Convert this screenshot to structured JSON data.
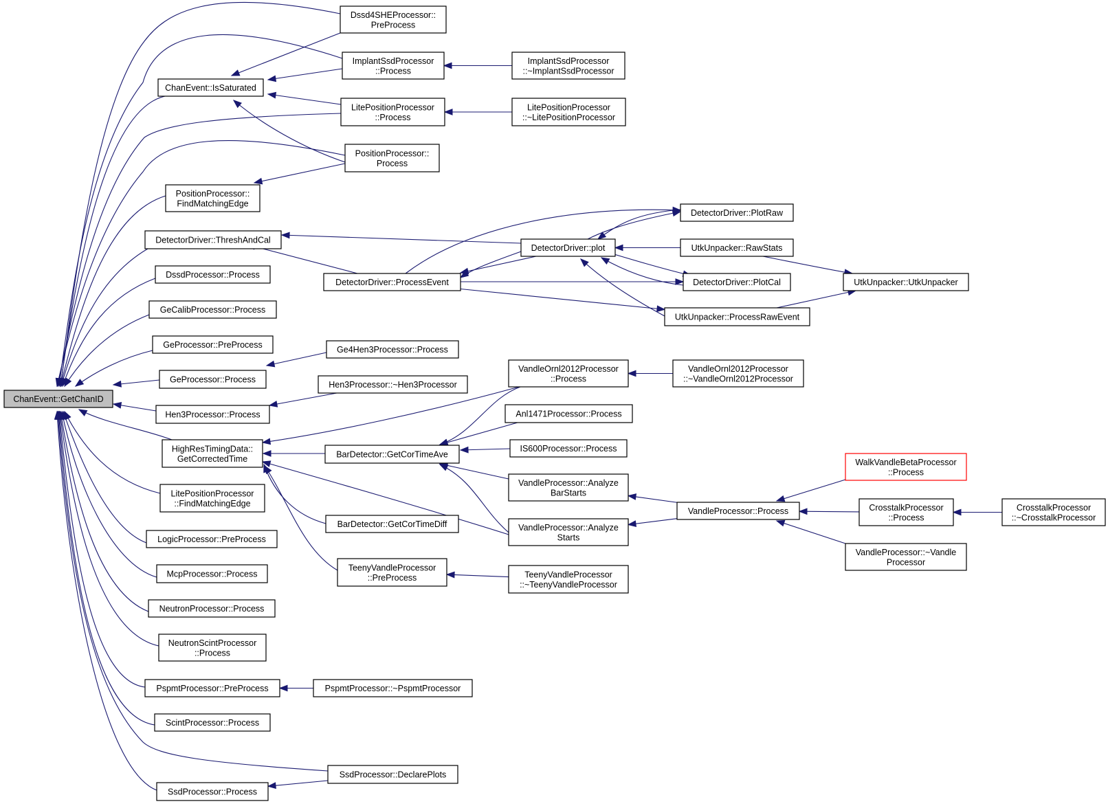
{
  "graph": {
    "colors": {
      "edge": "#191970",
      "root_fill": "#bfbfbf",
      "node_border": "#000000",
      "highlight_border": "#ff0000",
      "background": "#ffffff"
    },
    "nodes": [
      {
        "id": "root",
        "lines": [
          "ChanEvent::GetChanID"
        ],
        "style": "root"
      },
      {
        "id": "issat",
        "lines": [
          "ChanEvent::IsSaturated"
        ]
      },
      {
        "id": "dssd4pre",
        "lines": [
          "Dssd4SHEProcessor::",
          "PreProcess"
        ]
      },
      {
        "id": "implantproc",
        "lines": [
          "ImplantSsdProcessor",
          "::Process"
        ]
      },
      {
        "id": "implantdtor",
        "lines": [
          "ImplantSsdProcessor",
          "::~ImplantSsdProcessor"
        ]
      },
      {
        "id": "liteproc",
        "lines": [
          "LitePositionProcessor",
          "::Process"
        ]
      },
      {
        "id": "litedtor",
        "lines": [
          "LitePositionProcessor",
          "::~LitePositionProcessor"
        ]
      },
      {
        "id": "posproc",
        "lines": [
          "PositionProcessor::",
          "Process"
        ]
      },
      {
        "id": "posfme",
        "lines": [
          "PositionProcessor::",
          "FindMatchingEdge"
        ]
      },
      {
        "id": "thresh",
        "lines": [
          "DetectorDriver::ThreshAndCal"
        ]
      },
      {
        "id": "dssdproc",
        "lines": [
          "DssdProcessor::Process"
        ]
      },
      {
        "id": "gecalib",
        "lines": [
          "GeCalibProcessor::Process"
        ]
      },
      {
        "id": "gepre",
        "lines": [
          "GeProcessor::PreProcess"
        ]
      },
      {
        "id": "geproc",
        "lines": [
          "GeProcessor::Process"
        ]
      },
      {
        "id": "hen3proc",
        "lines": [
          "Hen3Processor::Process"
        ]
      },
      {
        "id": "hrtd",
        "lines": [
          "HighResTimingData::",
          "GetCorrectedTime"
        ]
      },
      {
        "id": "litefme",
        "lines": [
          "LitePositionProcessor",
          "::FindMatchingEdge"
        ]
      },
      {
        "id": "logicpre",
        "lines": [
          "LogicProcessor::PreProcess"
        ]
      },
      {
        "id": "mcpproc",
        "lines": [
          "McpProcessor::Process"
        ]
      },
      {
        "id": "neutproc",
        "lines": [
          "NeutronProcessor::Process"
        ]
      },
      {
        "id": "neutscint",
        "lines": [
          "NeutronScintProcessor",
          "::Process"
        ]
      },
      {
        "id": "pspmtpre",
        "lines": [
          "PspmtProcessor::PreProcess"
        ]
      },
      {
        "id": "scintproc",
        "lines": [
          "ScintProcessor::Process"
        ]
      },
      {
        "id": "ssdproc",
        "lines": [
          "SsdProcessor::Process"
        ]
      },
      {
        "id": "ddplot",
        "lines": [
          "DetectorDriver::plot"
        ]
      },
      {
        "id": "ddprocev",
        "lines": [
          "DetectorDriver::ProcessEvent"
        ]
      },
      {
        "id": "ddplotraw",
        "lines": [
          "DetectorDriver::PlotRaw"
        ]
      },
      {
        "id": "utkraw",
        "lines": [
          "UtkUnpacker::RawStats"
        ]
      },
      {
        "id": "ddplotcal",
        "lines": [
          "DetectorDriver::PlotCal"
        ]
      },
      {
        "id": "utkproc",
        "lines": [
          "UtkUnpacker::ProcessRawEvent"
        ]
      },
      {
        "id": "utkctor",
        "lines": [
          "UtkUnpacker::UtkUnpacker"
        ]
      },
      {
        "id": "ge4hen3",
        "lines": [
          "Ge4Hen3Processor::Process"
        ]
      },
      {
        "id": "hen3dtor",
        "lines": [
          "Hen3Processor::~Hen3Processor"
        ]
      },
      {
        "id": "vornlproc",
        "lines": [
          "VandleOrnl2012Processor",
          "::Process"
        ]
      },
      {
        "id": "vornldtor",
        "lines": [
          "VandleOrnl2012Processor",
          "::~VandleOrnl2012Processor"
        ]
      },
      {
        "id": "anl",
        "lines": [
          "Anl1471Processor::Process"
        ]
      },
      {
        "id": "bargct",
        "lines": [
          "BarDetector::GetCorTimeAve"
        ]
      },
      {
        "id": "is600",
        "lines": [
          "IS600Processor::Process"
        ]
      },
      {
        "id": "vabs",
        "lines": [
          "VandleProcessor::Analyze",
          "BarStarts"
        ]
      },
      {
        "id": "vas",
        "lines": [
          "VandleProcessor::Analyze",
          "Starts"
        ]
      },
      {
        "id": "bargctd",
        "lines": [
          "BarDetector::GetCorTimeDiff"
        ]
      },
      {
        "id": "teenypre",
        "lines": [
          "TeenyVandleProcessor",
          "::PreProcess"
        ]
      },
      {
        "id": "teenydtor",
        "lines": [
          "TeenyVandleProcessor",
          "::~TeenyVandleProcessor"
        ]
      },
      {
        "id": "vproc",
        "lines": [
          "VandleProcessor::Process"
        ]
      },
      {
        "id": "walk",
        "lines": [
          "WalkVandleBetaProcessor",
          "::Process"
        ],
        "style": "red"
      },
      {
        "id": "xtalkproc",
        "lines": [
          "CrosstalkProcessor",
          "::Process"
        ]
      },
      {
        "id": "xtalkdtor",
        "lines": [
          "CrosstalkProcessor",
          "::~CrosstalkProcessor"
        ]
      },
      {
        "id": "vdtor",
        "lines": [
          "VandleProcessor::~Vandle",
          "Processor"
        ]
      },
      {
        "id": "pspmtdtor",
        "lines": [
          "PspmtProcessor::~PspmtProcessor"
        ]
      },
      {
        "id": "ssddecl",
        "lines": [
          "SsdProcessor::DeclarePlots"
        ]
      }
    ]
  }
}
